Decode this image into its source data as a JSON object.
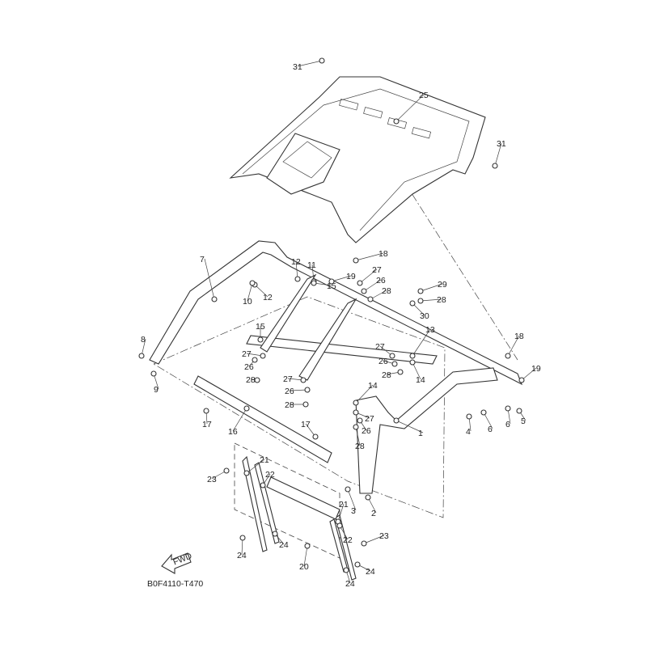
{
  "diagram": {
    "code": "B0F4110-T470",
    "fwd_label": "FWD",
    "callouts": [
      "31",
      "25",
      "31",
      "18",
      "7",
      "12",
      "11",
      "27",
      "12",
      "15",
      "19",
      "26",
      "10",
      "28",
      "29",
      "28",
      "30",
      "15",
      "13",
      "8",
      "27",
      "27",
      "26",
      "26",
      "18",
      "9",
      "28",
      "28",
      "14",
      "27",
      "26",
      "14",
      "28",
      "19",
      "17",
      "16",
      "27",
      "1",
      "4",
      "6",
      "6",
      "5",
      "17",
      "26",
      "28",
      "21",
      "23",
      "22",
      "3",
      "2",
      "21",
      "22",
      "23",
      "24",
      "24",
      "20",
      "24",
      "24"
    ]
  }
}
